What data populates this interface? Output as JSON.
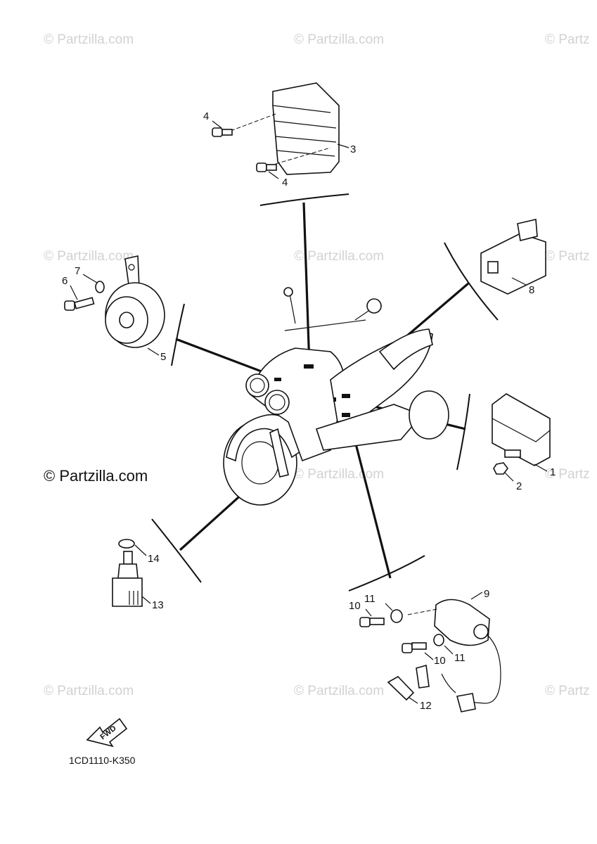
{
  "watermarks": [
    "© Partzilla.com",
    "© Partzilla.com",
    "© Partz",
    "© Partzilla.com",
    "© Partzilla.com",
    "© Partz",
    "© Partzilla.com",
    "© Partz",
    "© Partzilla.com",
    "© Partzilla.com",
    "© Partz"
  ],
  "copyright": "© Partzilla.com",
  "callouts": [
    "1",
    "2",
    "3",
    "4",
    "4",
    "5",
    "6",
    "7",
    "8",
    "9",
    "10",
    "10",
    "11",
    "11",
    "12",
    "13",
    "14"
  ],
  "fwd_label": "FWD",
  "diagram_code": "1CD1110-K350"
}
